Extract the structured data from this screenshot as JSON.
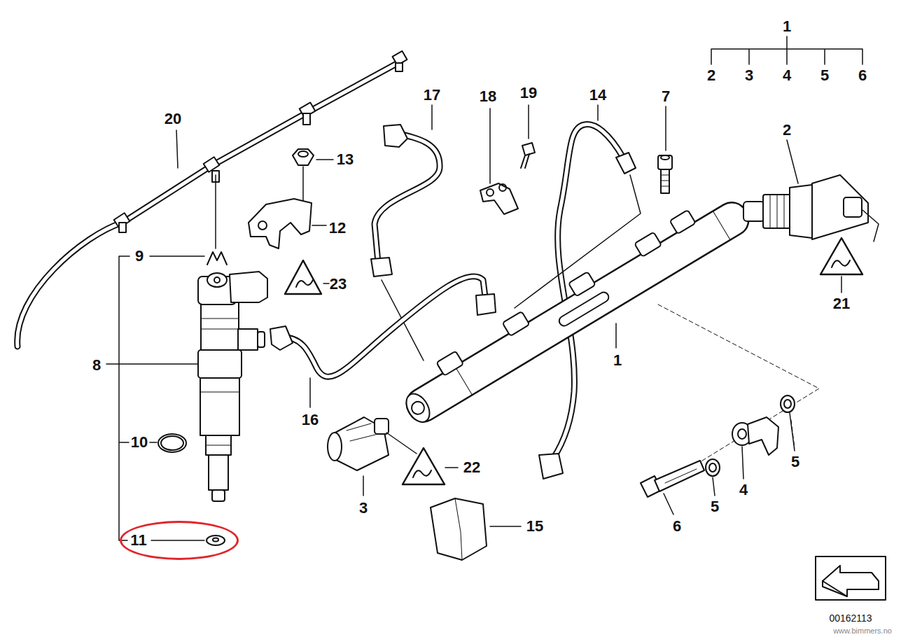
{
  "diagram": {
    "nodes": [
      {
        "text": [
          "11"
        ]
      }
    ],
    "labels": [
      "1",
      "2",
      "3",
      "4",
      "5",
      "6",
      "17",
      "18",
      "19",
      "14",
      "7",
      "20",
      "2",
      "13",
      "12",
      "9",
      "23",
      "21",
      "1",
      "8",
      "16",
      "10",
      "5",
      "22",
      "4",
      "5",
      "3",
      "6",
      "15",
      "00162113",
      "www.bimmers.no"
    ]
  }
}
